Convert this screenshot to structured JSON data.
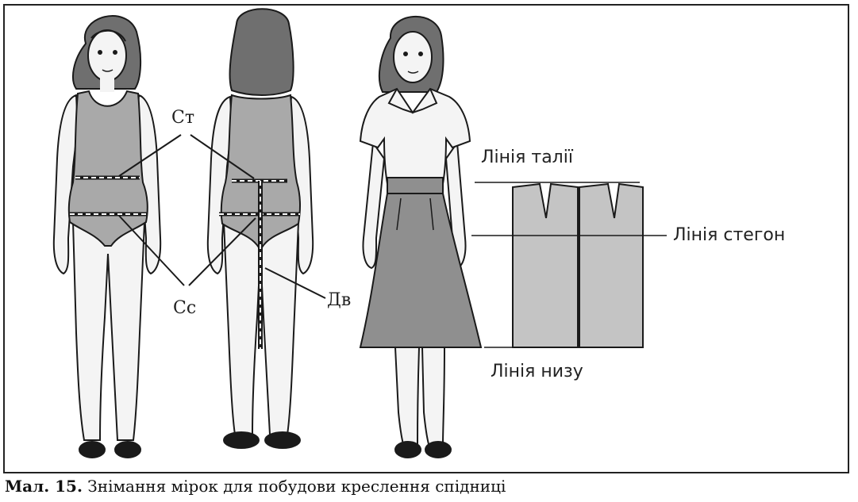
{
  "figure": {
    "labels": {
      "waist_measure": "Ст",
      "hip_measure": "Сс",
      "skirt_length": "Дв",
      "waist_line": "Лінія талії",
      "hip_line": "Лінія стегон",
      "hem_line": "Лінія низу"
    },
    "caption_number": "Мал. 15.",
    "caption_text": " Знімання мірок для побудови креслення спідниці"
  },
  "colors": {
    "outline": "#1a1a1a",
    "garment_gray": "#a9a9a9",
    "skirt_gray": "#8f8f8f",
    "pattern_fill": "#c4c4c4",
    "hair": "#6f6f6f",
    "skin": "#f4f4f4"
  }
}
